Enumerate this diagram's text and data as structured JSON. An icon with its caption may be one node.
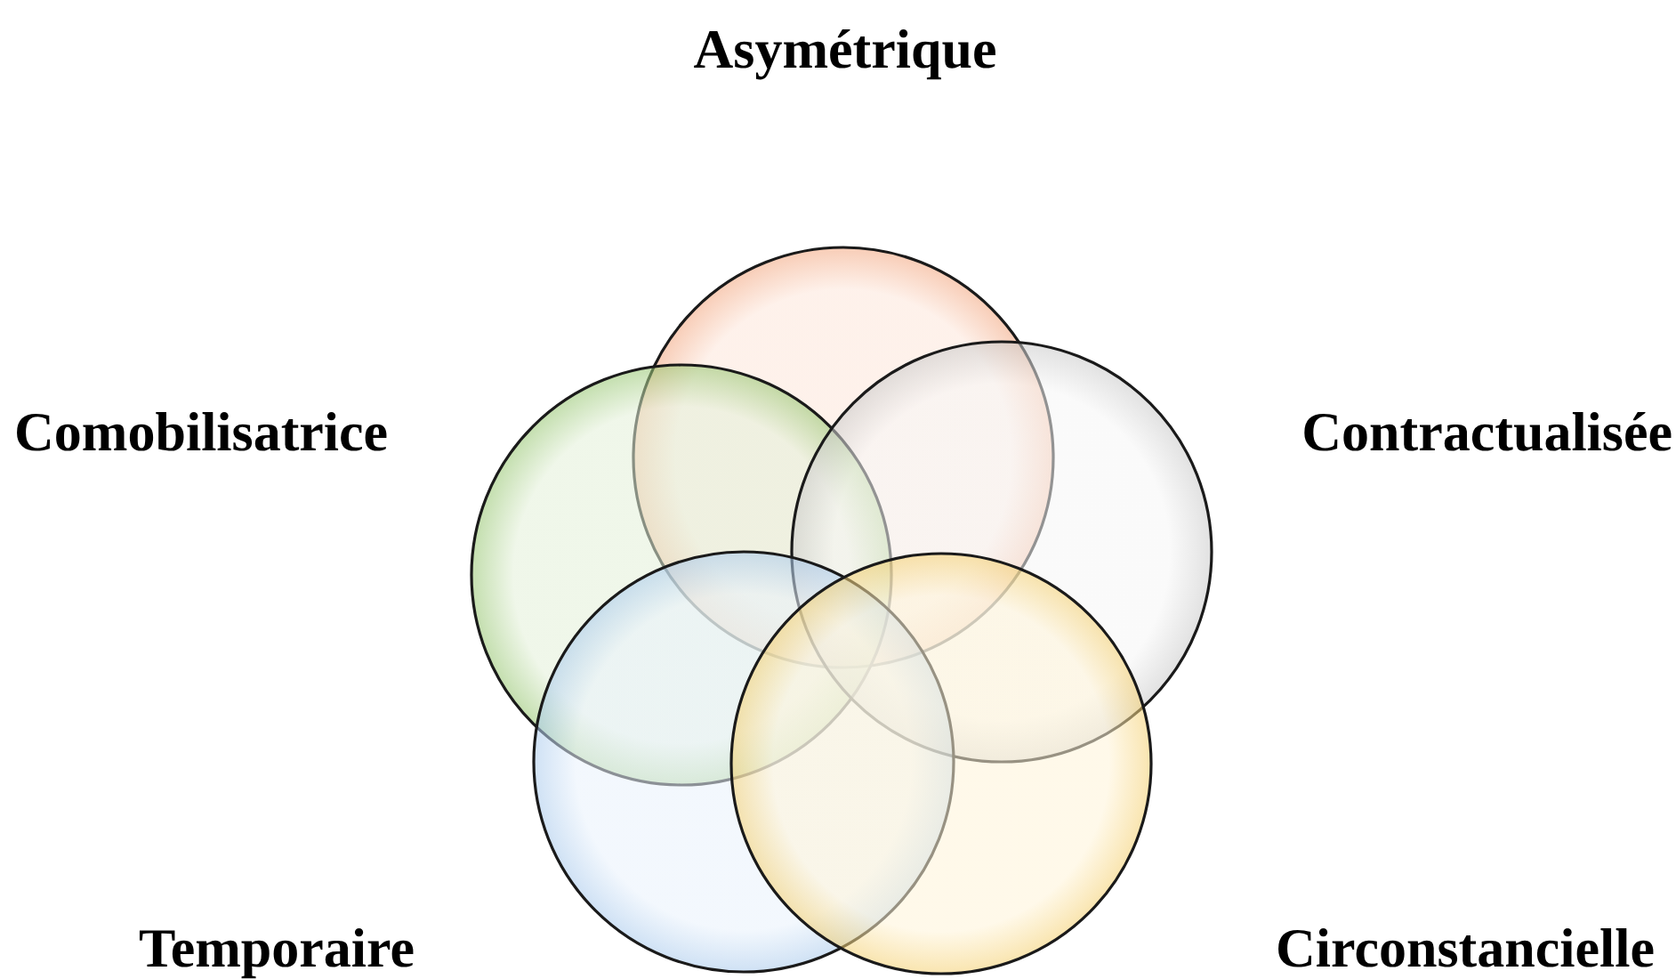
{
  "diagram": {
    "nodes": [
      {
        "text": [],
        "shape": "circle",
        "beside": [
          "Asymétrique"
        ]
      },
      {
        "text": [],
        "shape": "circle",
        "beside": [
          "Comobilisatrice"
        ]
      },
      {
        "text": [],
        "shape": "circle",
        "beside": [
          "Contractualisée"
        ]
      },
      {
        "text": [],
        "shape": "circle",
        "beside": [
          "Temporaire"
        ]
      },
      {
        "text": [],
        "shape": "circle",
        "beside": [
          "Circonstancielle"
        ]
      }
    ]
  }
}
